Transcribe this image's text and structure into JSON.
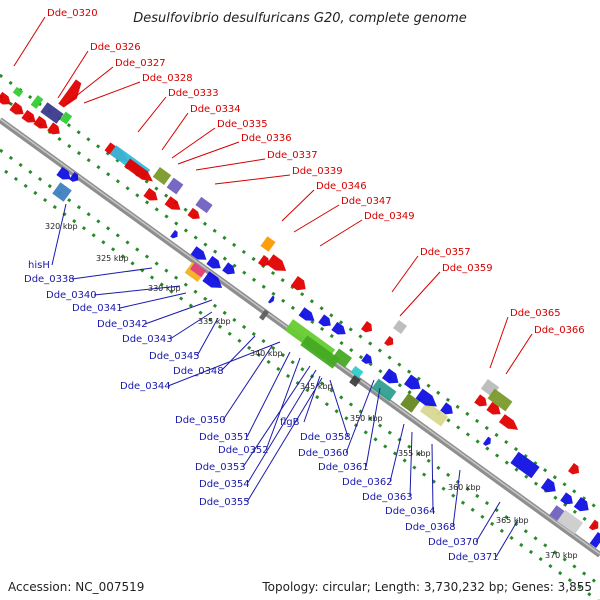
{
  "title": "Desulfovibrio desulfuricans G20, complete genome",
  "footer": {
    "accession": "Accession: NC_007519",
    "topology": "Topology: circular; Length: 3,730,232 bp; Genes: 3,855"
  },
  "colors": {
    "forward_strand": "#e00000",
    "reverse_strand": "#1010e0",
    "backbone": "#909090",
    "dots": "#2a8a2a",
    "label_top": "#d40000",
    "label_bottom": "#1a1aaa"
  },
  "scale_labels": [
    "320 kbp",
    "325 kbp",
    "330 kbp",
    "335 kbp",
    "340 kbp",
    "345 kbp",
    "350 kbp",
    "355 kbp",
    "360 kbp",
    "365 kbp",
    "370 kbp"
  ],
  "top_labels": [
    "Dde_0320",
    "Dde_0326",
    "Dde_0327",
    "Dde_0328",
    "Dde_0333",
    "Dde_0334",
    "Dde_0335",
    "Dde_0336",
    "Dde_0337",
    "Dde_0339",
    "Dde_0346",
    "Dde_0347",
    "Dde_0349",
    "Dde_0357",
    "Dde_0359",
    "Dde_0365",
    "Dde_0366"
  ],
  "bottom_labels": [
    "hisH",
    "Dde_0338",
    "Dde_0340",
    "Dde_0341",
    "Dde_0342",
    "Dde_0343",
    "Dde_0345",
    "Dde_0348",
    "Dde_0344",
    "Dde_0350",
    "Dde_0351",
    "Dde_0352",
    "Dde_0353",
    "Dde_0354",
    "Dde_0355",
    "flgB",
    "Dde_0358",
    "Dde_0360",
    "Dde_0361",
    "Dde_0362",
    "Dde_0363",
    "Dde_0364",
    "Dde_0368",
    "Dde_0370",
    "Dde_0371"
  ]
}
